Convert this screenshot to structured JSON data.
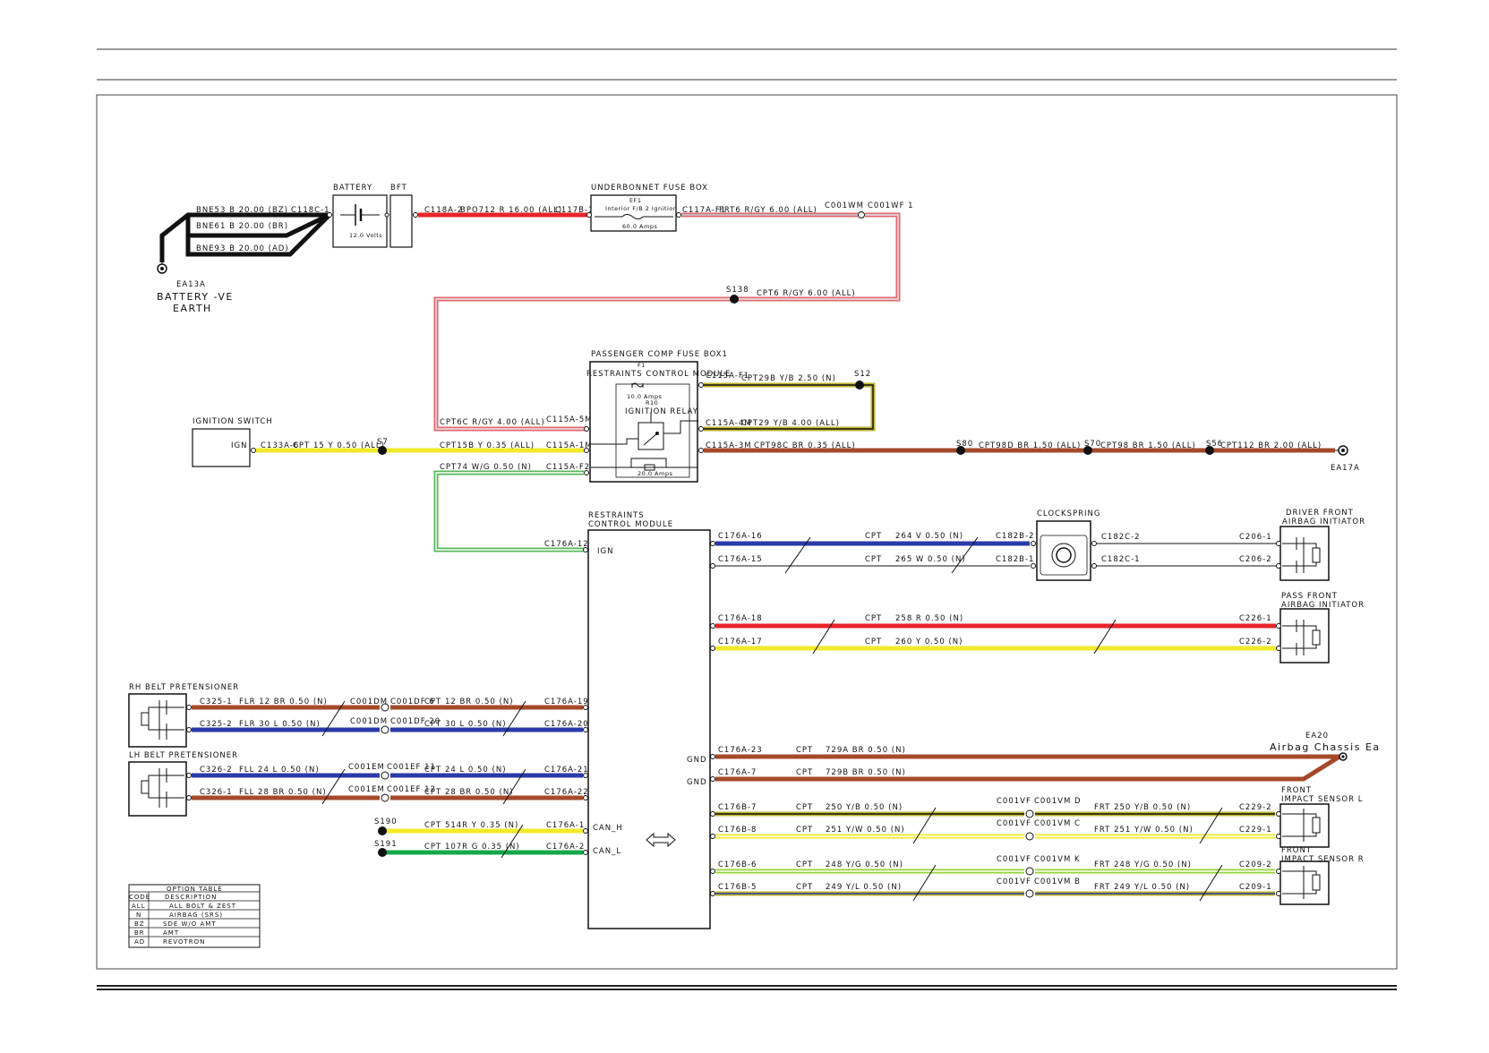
{
  "labels": {
    "battery": "BATTERY",
    "bft": "BFT",
    "volts": "12.0 Volts",
    "w_bne53": "BNE53 B 20.00 (BZ)",
    "w_bne61": "BNE61 B 20.00 (BR)",
    "w_bne93": "BNE93 B 20.00 (AD)",
    "c118c": "C118C-1",
    "ea13a": "EA13A",
    "batt_earth_1": "BATTERY -VE",
    "batt_earth_2": "EARTH",
    "ubfb_title": "UNDERBONNET FUSE BOX",
    "ef1": "EF1",
    "ef1_desc": "Interior F/B 2 Ignition",
    "ef1_amps": "60.0 Amps",
    "c118a": "C118A-2",
    "w_bpo712": "BPO712 R 16.00 (ALL)",
    "c117b": "C117B-1",
    "c117a": "C117A-F1",
    "w_frt6": "FRT6 R/GY 6.00 (ALL)",
    "c001wm": "C001WM",
    "c001wf": "C001WF 1",
    "s138": "S138",
    "w_cpt6": "CPT6 R/GY 6.00 (ALL)",
    "pcfb_title": "PASSENGER COMP FUSE BOX1",
    "f1": "F1",
    "rcm_label": "RESTRAINTS CONTROL MODULE",
    "f1_amps": "10.0 Amps",
    "r10": "R10",
    "ign_relay": "IGNITION RELAY",
    "relay_amps": "20.0 Amps",
    "c115a_f1": "C115A-F1",
    "w_cpt29b": "CPT29B Y/B 2.50 (N)",
    "s12": "S12",
    "c115a_4m": "C115A-4M",
    "w_cpt29": "CPT29 Y/B 4.00 (ALL)",
    "c115a_3m": "C115A-3M",
    "w_cpt98c": "CPT98C BR 0.35 (ALL)",
    "s80": "S80",
    "w_cpt98d": "CPT98D BR 1.50 (ALL)",
    "s70": "S70",
    "w_cpt98": "CPT98 BR 1.50 (ALL)",
    "s56": "S56",
    "w_cpt112": "CPT112 BR 2.00 (ALL)",
    "ea17a": "EA17A",
    "w_cpt6c": "CPT6C R/GY 4.00 (ALL)",
    "c115a_5m": "C115A-5M",
    "ign_switch": "IGNITION SWITCH",
    "ign": "IGN",
    "c133a": "C133A-6",
    "w_cpt15": "CPT 15 Y 0.50 (ALL)",
    "s7": "S7",
    "w_cpt15b": "CPT15B Y 0.35 (ALL)",
    "c115a_1m": "C115A-1M",
    "w_cpt74": "CPT74 W/G 0.50 (N)",
    "c115a_f2": "C115A-F2",
    "rcm_title_1": "RESTRAINTS",
    "rcm_title_2": "CONTROL MODULE",
    "c176a_12": "C176A-12",
    "rcm_ign": "IGN",
    "c176a_16": "C176A-16",
    "c176a_15": "C176A-15",
    "cpt": "CPT",
    "w_264": "264 V 0.50 (N)",
    "w_265": "265 W 0.50 (N)",
    "c182b_2": "C182B-2",
    "c182b_1": "C182B-1",
    "clockspring": "CLOCKSPRING",
    "c182c_2": "C182C-2",
    "c182c_1": "C182C-1",
    "c206_1": "C206-1",
    "c206_2": "C206-2",
    "drv_1": "DRIVER FRONT",
    "drv_2": "AIRBAG INITIATOR",
    "c176a_18": "C176A-18",
    "c176a_17": "C176A-17",
    "w_258": "258 R 0.50 (N)",
    "w_260": "260 Y 0.50 (N)",
    "c226_1": "C226-1",
    "c226_2": "C226-2",
    "pass_1": "PASS FRONT",
    "pass_2": "AIRBAG INITIATOR",
    "rh_belt": "RH BELT PRETENSIONER",
    "c325_1": "C325-1",
    "c325_2": "C325-2",
    "w_flr12": "FLR 12 BR 0.50 (N)",
    "w_flr30": "FLR 30 L 0.50 (N)",
    "c001dm": "C001DM",
    "c001df": "C001DF 6",
    "c001df20": "C001DF 20",
    "w_cpt12": "CPT 12 BR 0.50 (N)",
    "w_cpt30": "CPT 30 L 0.50 (N)",
    "c176a_19": "C176A-19",
    "c176a_20": "C176A-20",
    "lh_belt": "LH BELT PRETENSIONER",
    "c326_2": "C326-2",
    "c326_1": "C326-1",
    "w_fll24": "FLL 24 L 0.50 (N)",
    "w_fll28": "FLL 28 BR 0.50 (N)",
    "c001em": "C001EM",
    "c001ef11": "C001EF 11",
    "c001ef12": "C001EF 12",
    "w_cpt24": "CPT 24 L 0.50 (N)",
    "w_cpt28": "CPT 28 BR 0.50 (N)",
    "c176a_21": "C176A-21",
    "c176a_22": "C176A-22",
    "s190": "S190",
    "s191": "S191",
    "w_514": "CPT 514R Y 0.35 (N)",
    "w_107": "CPT 107R G 0.35 (N)",
    "c176a_1": "C176A-1",
    "c176a_2": "C176A-2",
    "can_h": "CAN_H",
    "can_l": "CAN_L",
    "gnd": "GND",
    "c176a_23": "C176A-23",
    "c176a_7": "C176A-7",
    "w_729a": "729A BR 0.50 (N)",
    "w_729b": "729B BR 0.50 (N)",
    "ea20": "EA20",
    "airbag_chassis": "Airbag Chassis Ea",
    "c176b_7": "C176B-7",
    "c176b_8": "C176B-8",
    "c176b_6": "C176B-6",
    "c176b_5": "C176B-5",
    "w_250": "250 Y/B 0.50 (N)",
    "w_251": "251 Y/W 0.50 (N)",
    "w_248": "248 Y/G 0.50 (N)",
    "w_249": "249 Y/L 0.50 (N)",
    "c001vf": "C001VF",
    "c001vm_d": "C001VM D",
    "c001vm_c": "C001VM C",
    "c001vm_k": "C001VM K",
    "c001vm_b": "C001VM B",
    "frt": "FRT",
    "w_frt250": "FRT 250 Y/B 0.50 (N)",
    "w_frt251": "FRT 251 Y/W 0.50 (N)",
    "w_frt248": "FRT 248 Y/G 0.50 (N)",
    "w_frt249": "FRT 249 Y/L 0.50 (N)",
    "c229_2": "C229-2",
    "c229_1": "C229-1",
    "c209_2": "C209-2",
    "c209_1": "C209-1",
    "fis_l_1": "FRONT",
    "fis_l_2": "IMPACT SENSOR L",
    "fis_r_1": "FRONT",
    "fis_r_2": "IMPACT SENSOR R"
  },
  "option_table": {
    "title": "OPTION TABLE",
    "header": {
      "code": "CODE",
      "desc": "DESCRIPTION"
    },
    "rows": [
      {
        "code": "ALL",
        "desc": "ALL BOLT & ZEST"
      },
      {
        "code": "N",
        "desc": "AIRBAG (SRS)"
      },
      {
        "code": "BZ",
        "desc": "SDE W/O AMT"
      },
      {
        "code": "BR",
        "desc": "AMT"
      },
      {
        "code": "AD",
        "desc": "REVOTRON"
      }
    ]
  },
  "wire_colors": {
    "black": "#111111",
    "red": "#e8242b",
    "red_grey": "#e06a70",
    "yellow": "#f0ea2a",
    "brown": "#a44a2a",
    "blue": "#2a3aa8",
    "green": "#12a84a",
    "green_white": "#59b85a",
    "yellow_green": "#9ad23a",
    "yellow_black": "#bdb32c"
  }
}
